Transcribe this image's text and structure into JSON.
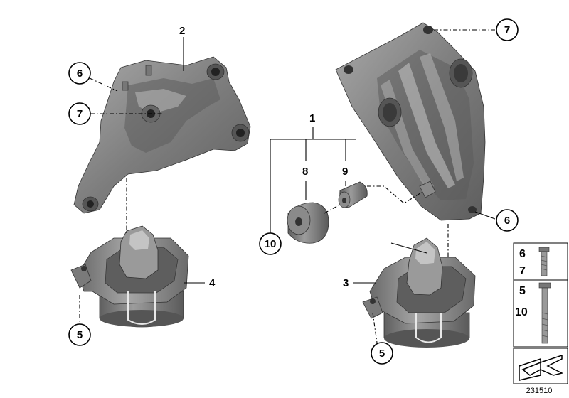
{
  "callouts": {
    "left_bracket_num": "2",
    "left_nut_top": "6",
    "left_bolt": "7",
    "left_mount_num": "4",
    "left_mount_bolt": "5",
    "kit_num": "1",
    "bush_a": "8",
    "bush_b": "9",
    "damper": "10",
    "right_bracket_bolt": "7",
    "right_bracket_nut": "6",
    "right_mount_num": "3",
    "right_mount_bolt": "5"
  },
  "legend": {
    "row1_a": "6",
    "row1_b": "7",
    "row2_a": "5",
    "row2_b": "10"
  },
  "diagram_number": "231510",
  "colors": {
    "part_dark": "#6f6f6f",
    "part_mid": "#8d8d8d",
    "part_light": "#b5b5b5"
  }
}
